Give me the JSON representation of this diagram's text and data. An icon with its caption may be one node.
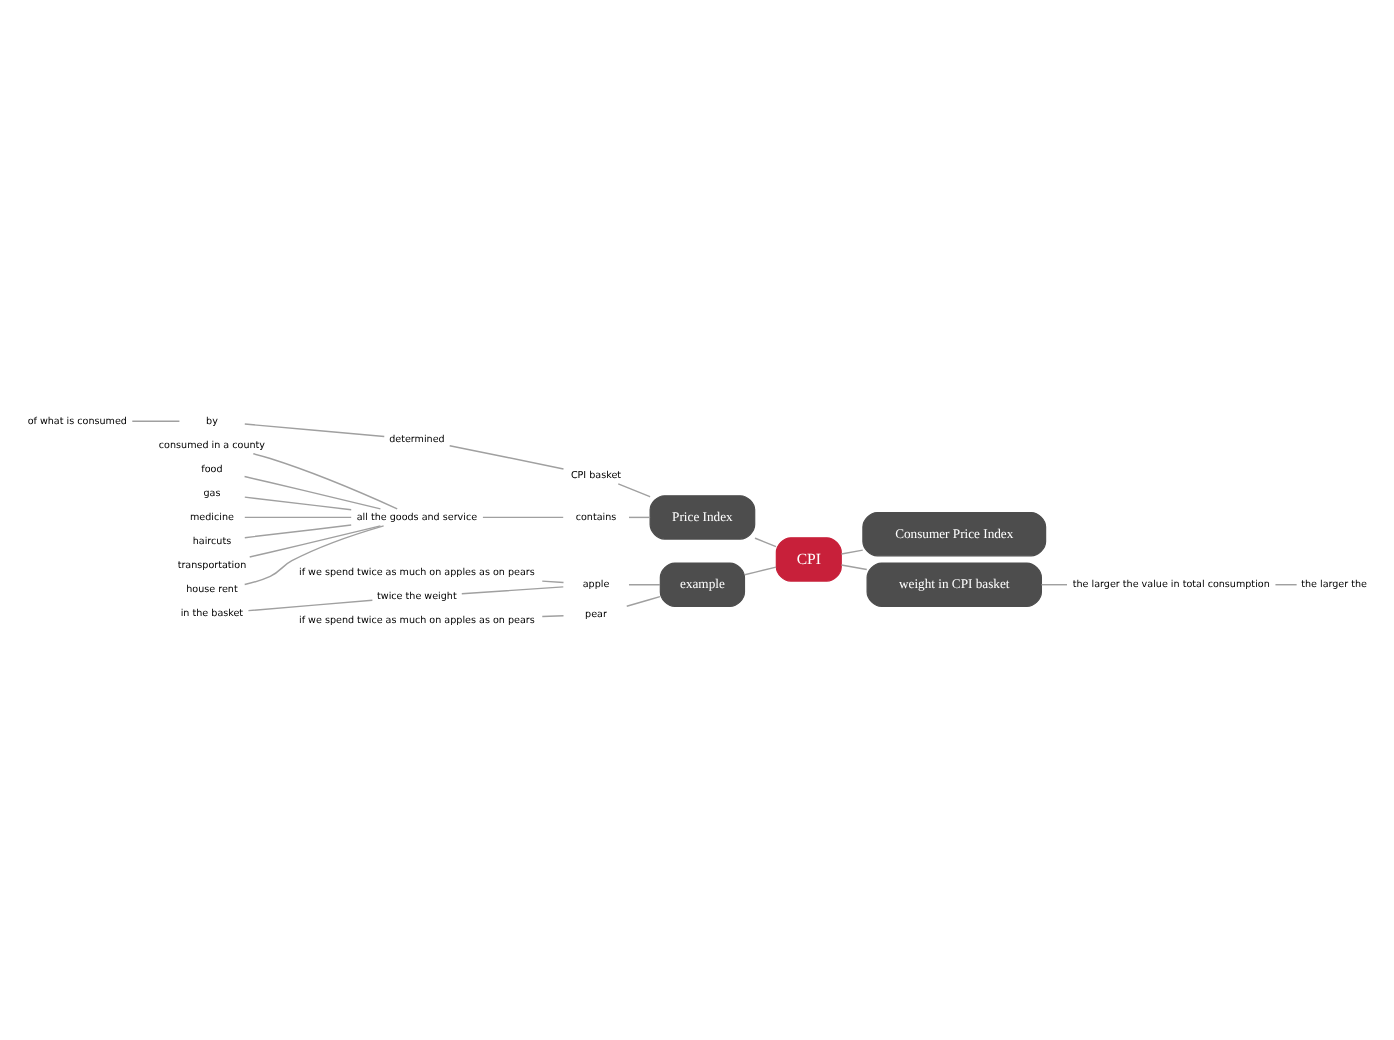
{
  "diagram": {
    "nodes": [
      {
        "text": [
          "CPI"
        ]
      },
      {
        "text": [
          "Price Index"
        ]
      },
      {
        "text": [
          "CPI basket"
        ]
      },
      {
        "text": [
          "determined"
        ]
      },
      {
        "text": [
          "by"
        ]
      },
      {
        "text": [
          "of what is consumed"
        ]
      },
      {
        "text": [
          "contains"
        ]
      },
      {
        "text": [
          "all the goods and service"
        ]
      },
      {
        "text": [
          "consumed in a county"
        ]
      },
      {
        "text": [
          "food"
        ]
      },
      {
        "text": [
          "gas"
        ]
      },
      {
        "text": [
          "medicine"
        ]
      },
      {
        "text": [
          "haircuts"
        ]
      },
      {
        "text": [
          "transportation"
        ]
      },
      {
        "text": [
          "house rent"
        ]
      },
      {
        "text": [
          "Consumer Price Index"
        ]
      },
      {
        "text": [
          "weight in CPI basket"
        ]
      },
      {
        "text": [
          "the larger the value in total consumption"
        ]
      },
      {
        "text": [
          "the larger the"
        ]
      },
      {
        "text": [
          "apple"
        ]
      },
      {
        "text": [
          "if we spend twice as much on apples as on pears"
        ]
      },
      {
        "text": [
          "twice the weight"
        ]
      },
      {
        "text": [
          "in the basket"
        ]
      },
      {
        "text": [
          "example"
        ]
      },
      {
        "text": [
          "pear"
        ]
      },
      {
        "text": [
          "if we spend twice as much on apples as on pears"
        ]
      }
    ],
    "edges": [
      {
        "from": 0,
        "to": 1,
        "arrow": "none"
      },
      {
        "from": 1,
        "to": 2,
        "arrow": "none"
      },
      {
        "from": 2,
        "to": 3,
        "arrow": "none"
      },
      {
        "from": 3,
        "to": 4,
        "arrow": "none"
      },
      {
        "from": 4,
        "to": 5,
        "arrow": "none"
      },
      {
        "from": 1,
        "to": 6,
        "arrow": "none"
      },
      {
        "from": 6,
        "to": 7,
        "arrow": "none"
      },
      {
        "from": 7,
        "to": 8,
        "arrow": "none"
      },
      {
        "from": 7,
        "to": 9,
        "arrow": "none"
      },
      {
        "from": 7,
        "to": 10,
        "arrow": "none"
      },
      {
        "from": 7,
        "to": 11,
        "arrow": "none"
      },
      {
        "from": 7,
        "to": 12,
        "arrow": "none"
      },
      {
        "from": 7,
        "to": 13,
        "arrow": "none"
      },
      {
        "from": 7,
        "to": 14,
        "arrow": "none"
      },
      {
        "from": 0,
        "to": 15,
        "arrow": "none"
      },
      {
        "from": 0,
        "to": 16,
        "arrow": "none"
      },
      {
        "from": 16,
        "to": 17,
        "arrow": "none"
      },
      {
        "from": 17,
        "to": 18,
        "arrow": "none"
      },
      {
        "from": 0,
        "to": 23,
        "arrow": "none"
      },
      {
        "from": 23,
        "to": 19,
        "arrow": "none"
      },
      {
        "from": 19,
        "to": 20,
        "arrow": "none"
      },
      {
        "from": 19,
        "to": 21,
        "arrow": "none"
      },
      {
        "from": 21,
        "to": 22,
        "arrow": "none"
      },
      {
        "from": 23,
        "to": 24,
        "arrow": "none"
      },
      {
        "from": 24,
        "to": 25,
        "arrow": "none"
      }
    ]
  }
}
